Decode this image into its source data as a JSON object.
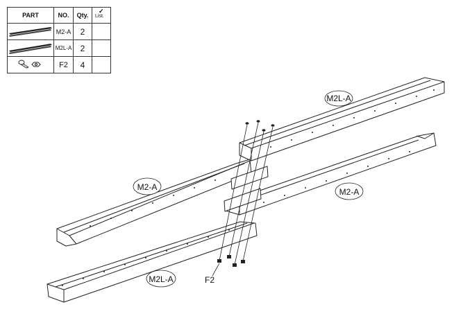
{
  "table": {
    "headers": {
      "part": "PART",
      "no": "NO.",
      "qty": "Qty.",
      "list_tick": "✓",
      "list": "List."
    },
    "rows": [
      {
        "no": "M2-A",
        "qty": "2"
      },
      {
        "no": "M2L-A",
        "qty": "2"
      },
      {
        "no": "F2",
        "qty": "4"
      }
    ]
  },
  "callouts": {
    "top_right": "M2L-A",
    "left": "M2-A",
    "right": "M2-A",
    "bottom": "M2L-A",
    "fastener": "F2"
  },
  "colors": {
    "line": "#222222",
    "fill": "#ffffff"
  }
}
